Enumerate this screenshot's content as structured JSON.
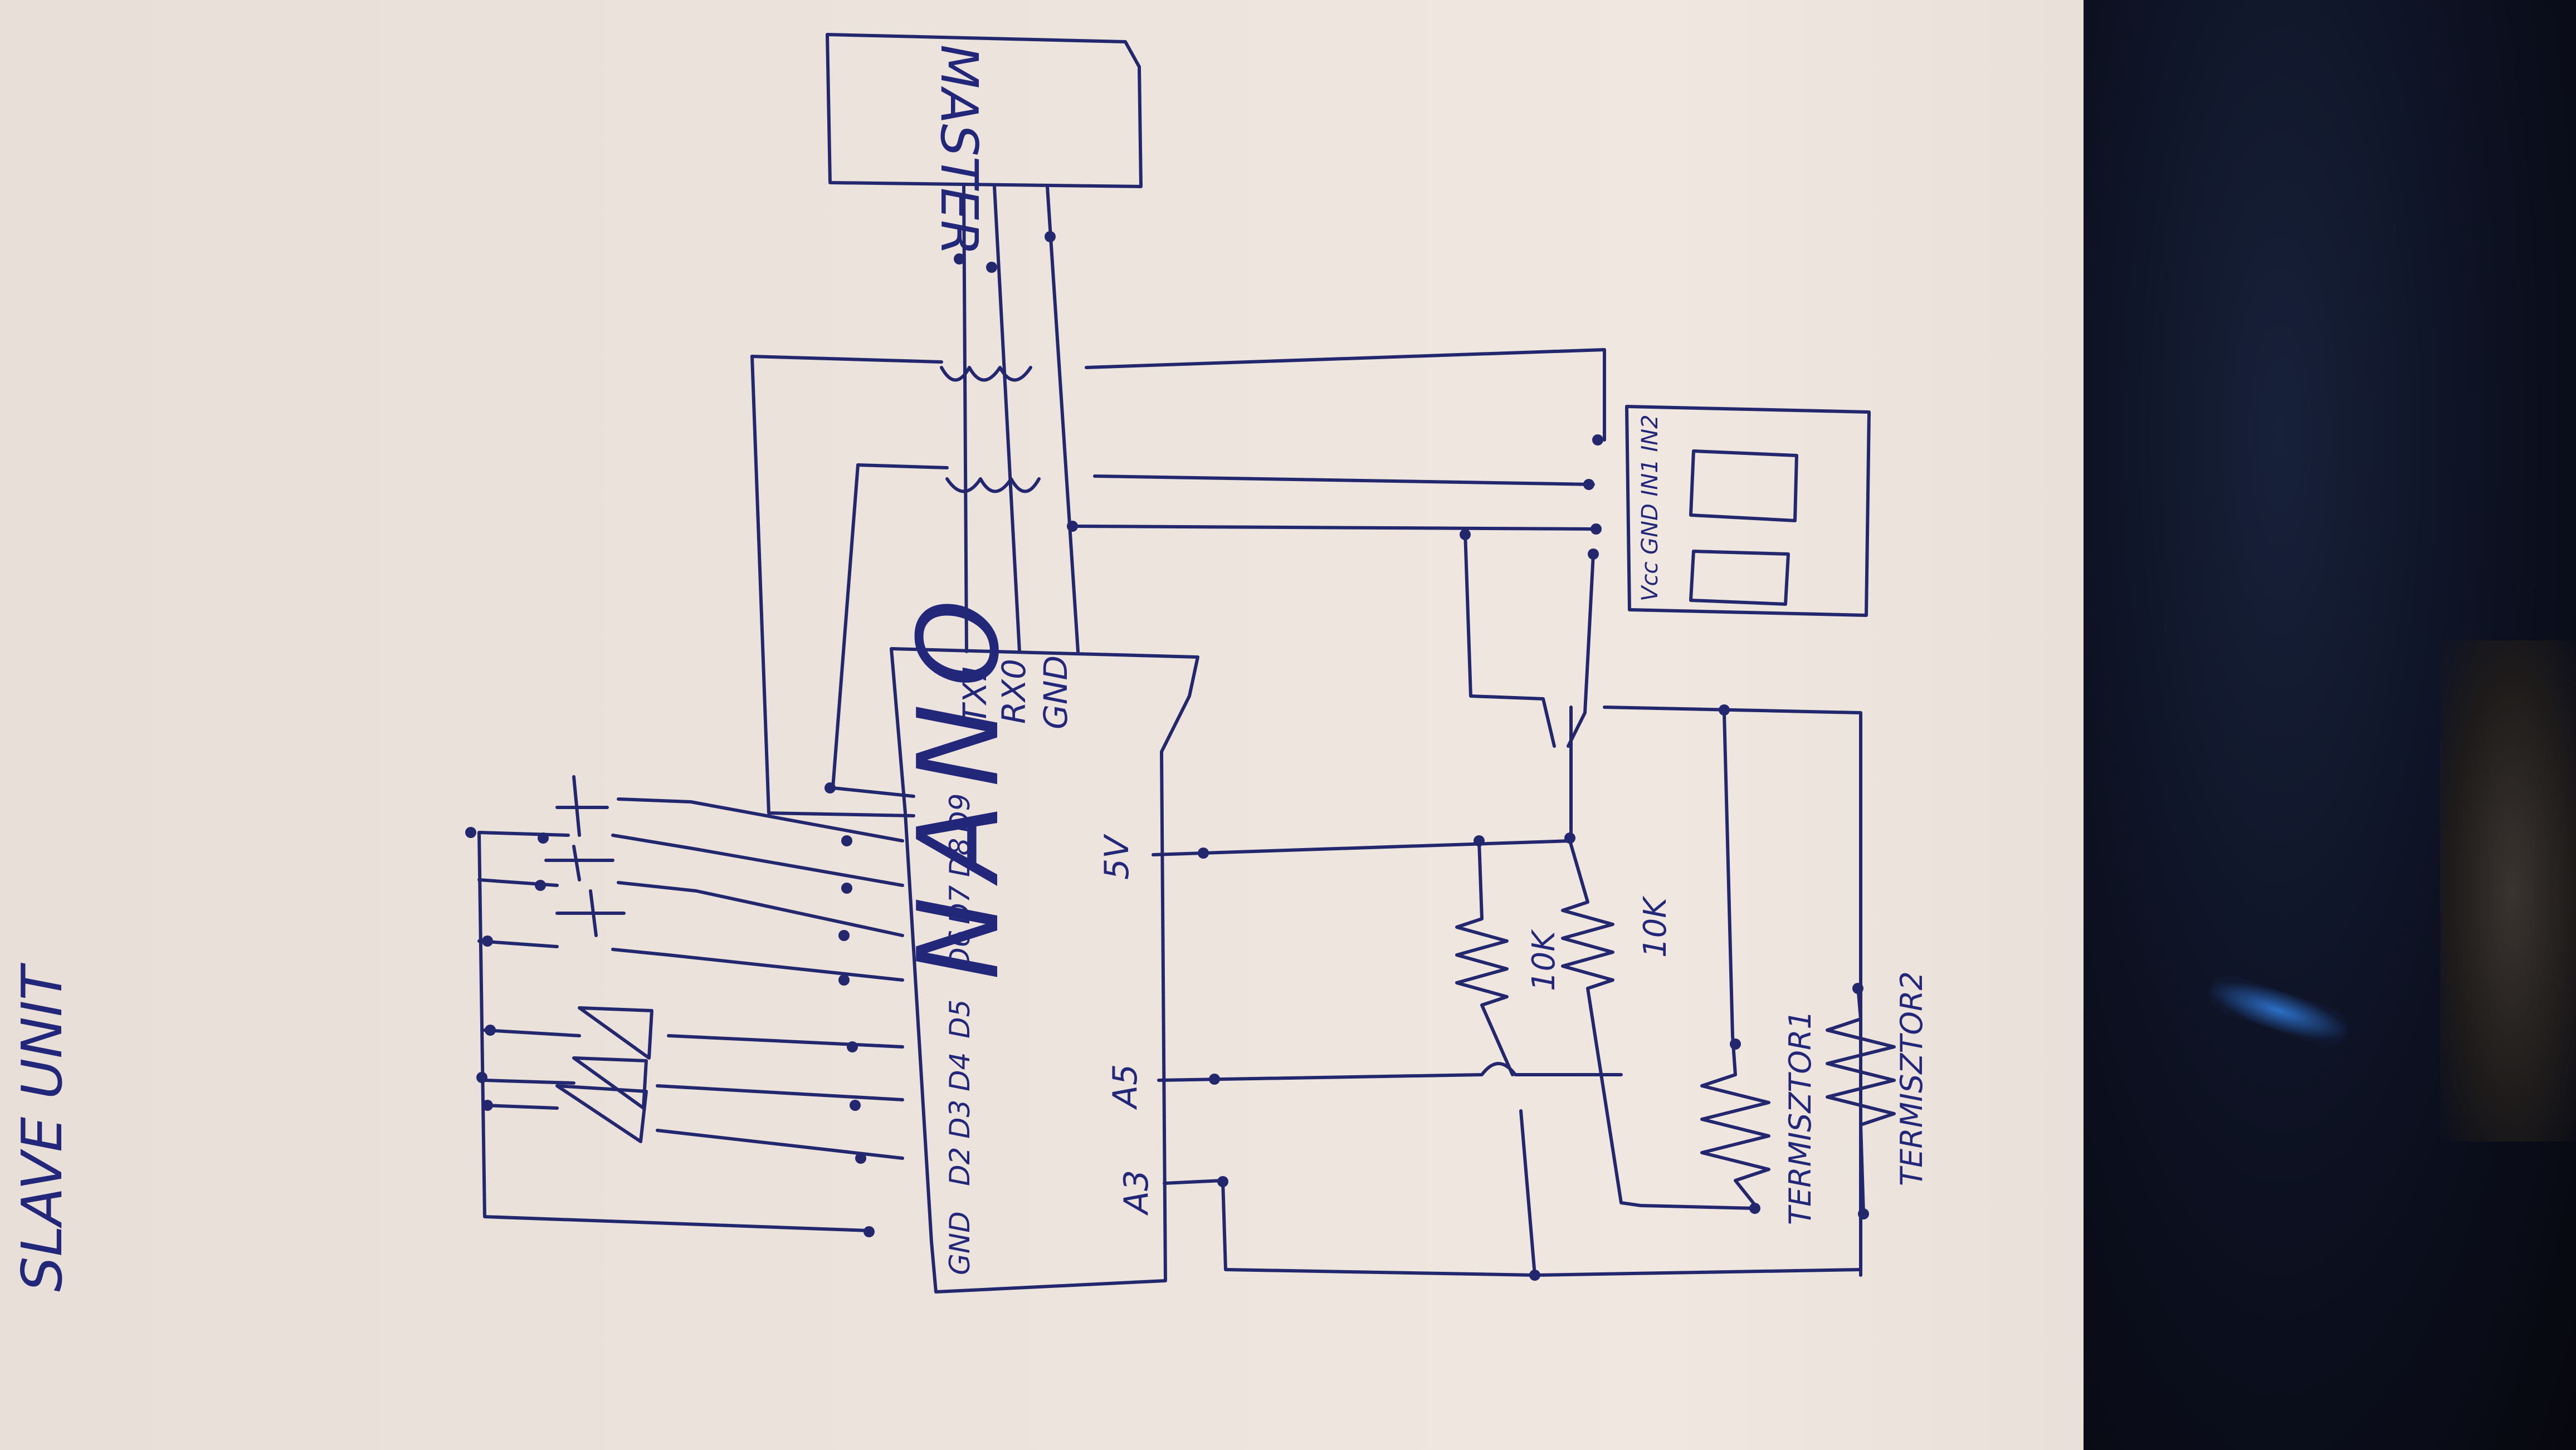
{
  "title": "SLAVE UNIT",
  "master": {
    "label": "MASTER"
  },
  "nano": {
    "label": "NANO",
    "pins_bottom": [
      "GND",
      "D2",
      "D3",
      "D4",
      "D5",
      "D6",
      "D7",
      "D8",
      "D9"
    ],
    "pin_labels_top": [
      "TX1",
      "RX0",
      "GND"
    ],
    "pin_5v": "5V",
    "pin_a5": "A5",
    "pin_a3": "A3"
  },
  "module": {
    "pins": "Vcc GND IN1 IN2"
  },
  "resistors": [
    "10K",
    "10K"
  ],
  "thermistors": [
    "TERMISZTOR1",
    "TERMISZTOR2"
  ],
  "colors": {
    "ink": "#23286e",
    "paper": "#ece3dc",
    "background": "#0c1020"
  }
}
